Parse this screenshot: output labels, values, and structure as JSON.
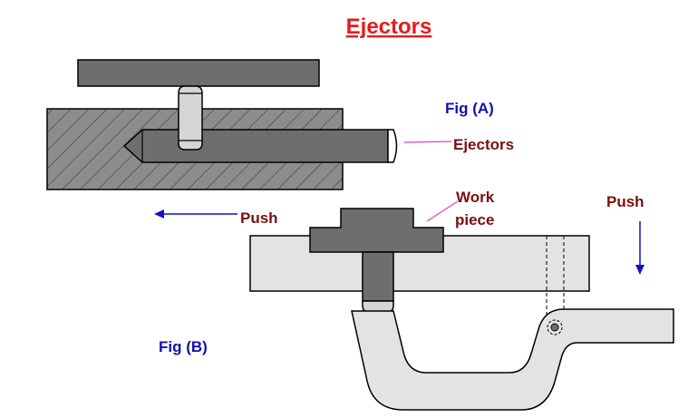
{
  "title": "Ejectors",
  "labels": {
    "fig_a": "Fig (A)",
    "fig_b": "Fig (B)",
    "ejectors": "Ejectors",
    "push_left": "Push",
    "push_down": "Push",
    "work_line1": "Work",
    "work_line2": "piece"
  },
  "colors": {
    "title": "#e21d1d",
    "fig_label": "#1010b0",
    "callout": "#7a0f0f",
    "arrow": "#1010c8",
    "leader": "#e040c0",
    "dark_part": "#6e6e6e",
    "light_part": "#e3e3e3",
    "pin": "#d6d6d6",
    "outline": "#000000"
  }
}
